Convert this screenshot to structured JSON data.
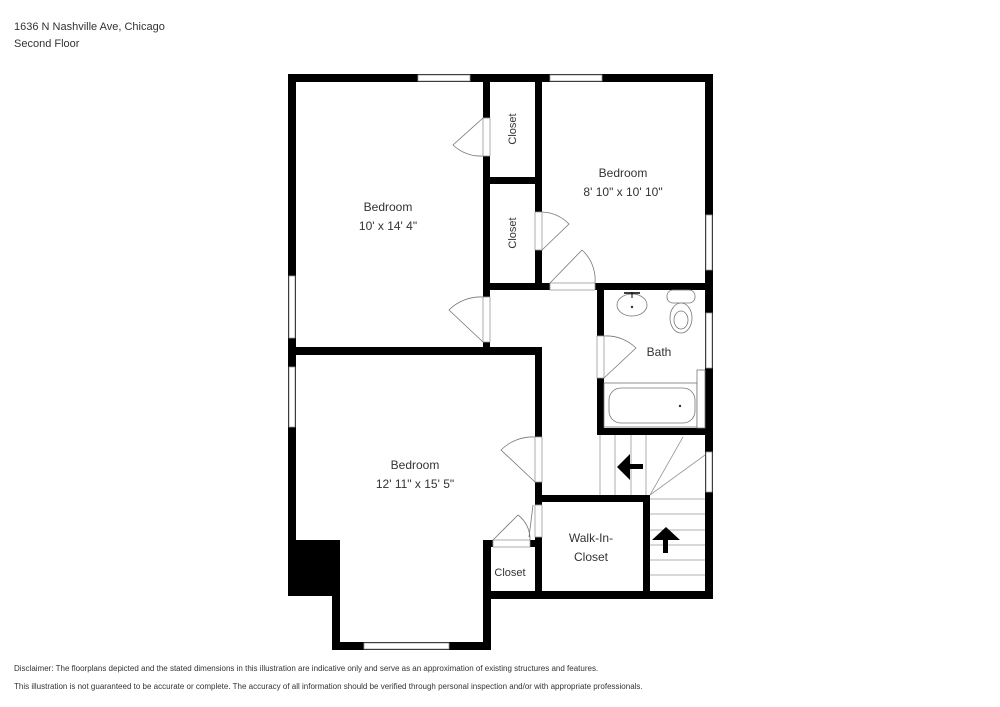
{
  "header": {
    "address": "1636 N Nashville Ave, Chicago",
    "floor": "Second Floor"
  },
  "rooms": {
    "bedroom_nw": {
      "name": "Bedroom",
      "dims": "10' x 14' 4\""
    },
    "bedroom_ne": {
      "name": "Bedroom",
      "dims": "8' 10\" x 10' 10\""
    },
    "bedroom_sw": {
      "name": "Bedroom",
      "dims": "12' 11\" x 15' 5\""
    },
    "closet_upper": {
      "name": "Closet"
    },
    "closet_middle": {
      "name": "Closet"
    },
    "closet_small": {
      "name": "Closet"
    },
    "bath": {
      "name": "Bath"
    },
    "walkin_line1": {
      "name": "Walk-In-"
    },
    "walkin_line2": {
      "name": "Closet"
    }
  },
  "footer": {
    "disclaimer_1": "Disclaimer: The floorplans depicted and the stated dimensions in this illustration are indicative only and serve as an approximation of existing structures and features.",
    "disclaimer_2": "This illustration is not guaranteed to be accurate or complete. The accuracy of all information should be verified through personal inspection and/or with appropriate professionals."
  },
  "colors": {
    "wall": "#000000",
    "text": "#333333",
    "background": "#ffffff"
  }
}
